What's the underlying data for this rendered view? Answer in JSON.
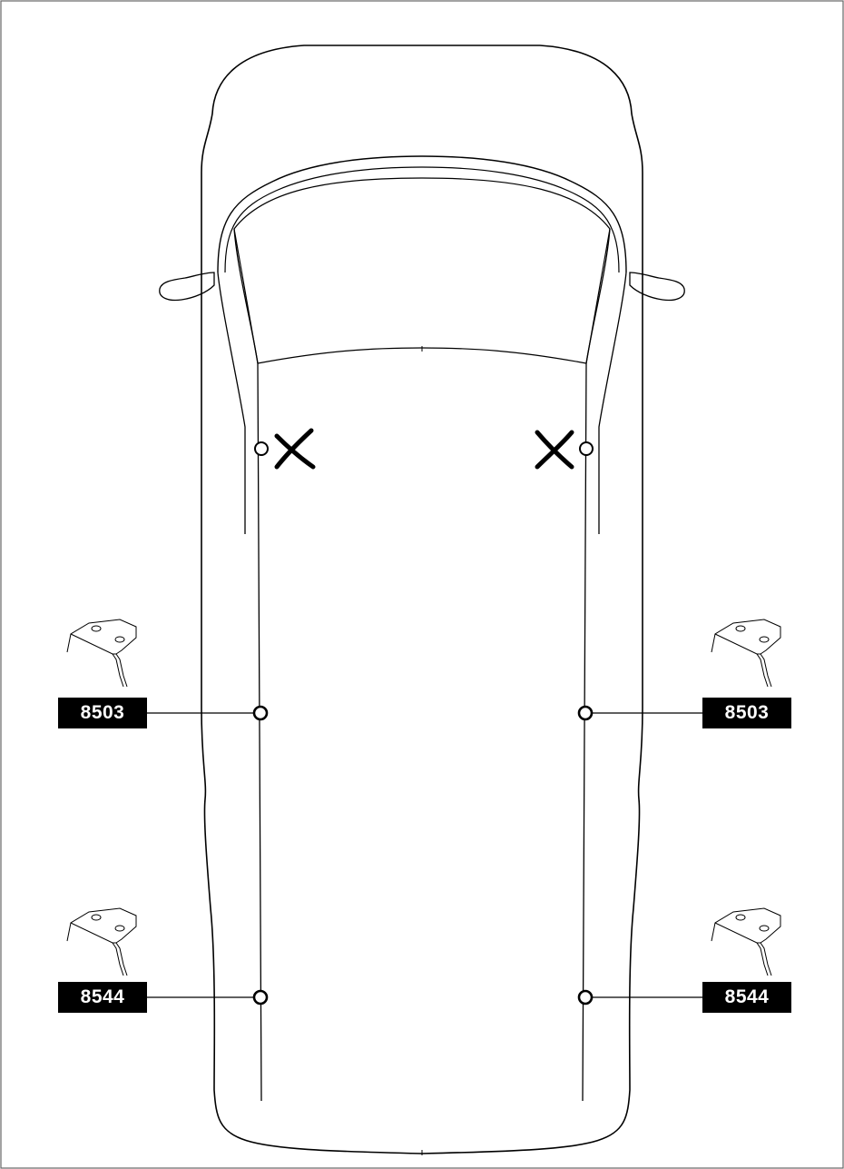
{
  "labels": {
    "front_left": "8503",
    "front_right": "8503",
    "rear_left": "8544",
    "rear_right": "8544"
  },
  "colors": {
    "line": "#000000",
    "label_bg": "#000000",
    "label_text": "#ffffff",
    "background": "#ffffff"
  },
  "icons": {
    "excluded_mark": "cross-mark-icon",
    "mount_point": "circle-mount-icon",
    "bracket": "bracket-icon"
  }
}
